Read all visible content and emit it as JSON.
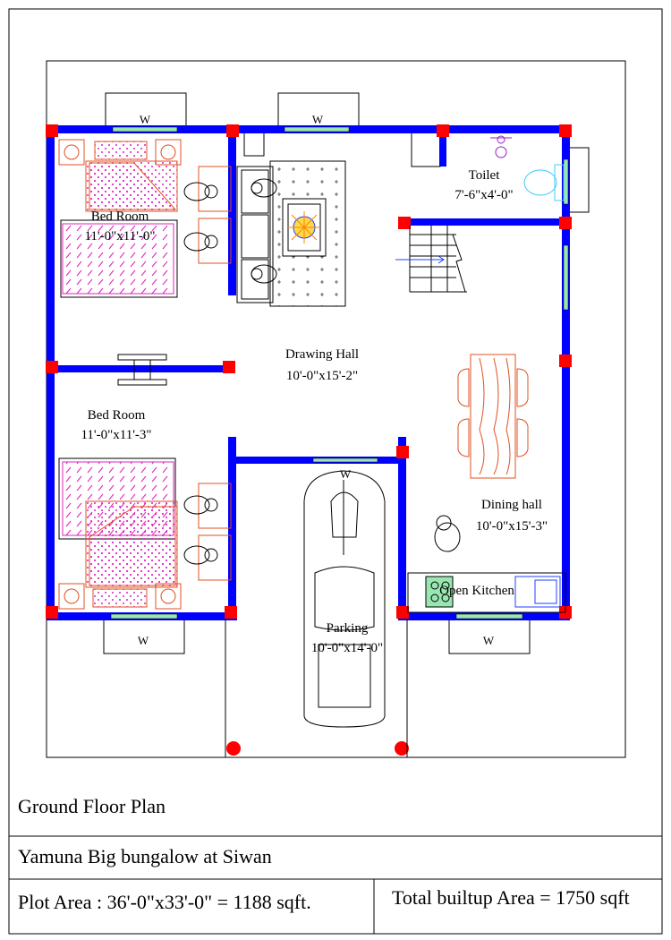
{
  "colors": {
    "wall": "#0000ff",
    "column": "#ff0000",
    "window": "#98e6b0",
    "furniture": "#e05020",
    "bed_pattern": "#e020c0",
    "fixture": "#40c8ff",
    "outline": "#000000"
  },
  "plan": {
    "window_tag": "W",
    "rooms": [
      {
        "id": "bedroom1",
        "name": "Bed Room",
        "size": "11'-0\"x11'-0\""
      },
      {
        "id": "toilet",
        "name": "Toilet",
        "size": "7'-6\"x4'-0\""
      },
      {
        "id": "drawing",
        "name": "Drawing Hall",
        "size": "10'-0\"x15'-2\""
      },
      {
        "id": "bedroom2",
        "name": "Bed Room",
        "size": "11'-0\"x11'-3\""
      },
      {
        "id": "dining",
        "name": "Dining hall",
        "size": "10'-0\"x15'-3\""
      },
      {
        "id": "kitchen",
        "name": "Open Kitchen",
        "size": ""
      },
      {
        "id": "parking",
        "name": "Parking",
        "size": "10'-0\"x14'-0\""
      }
    ]
  },
  "title_block": {
    "title": "Ground Floor Plan",
    "project": "Yamuna Big bungalow at Siwan",
    "plot_area": "Plot Area : 36'-0\"x33'-0\" = 1188 sqft.",
    "builtup_area": "Total builtup Area = 1750 sqft"
  }
}
